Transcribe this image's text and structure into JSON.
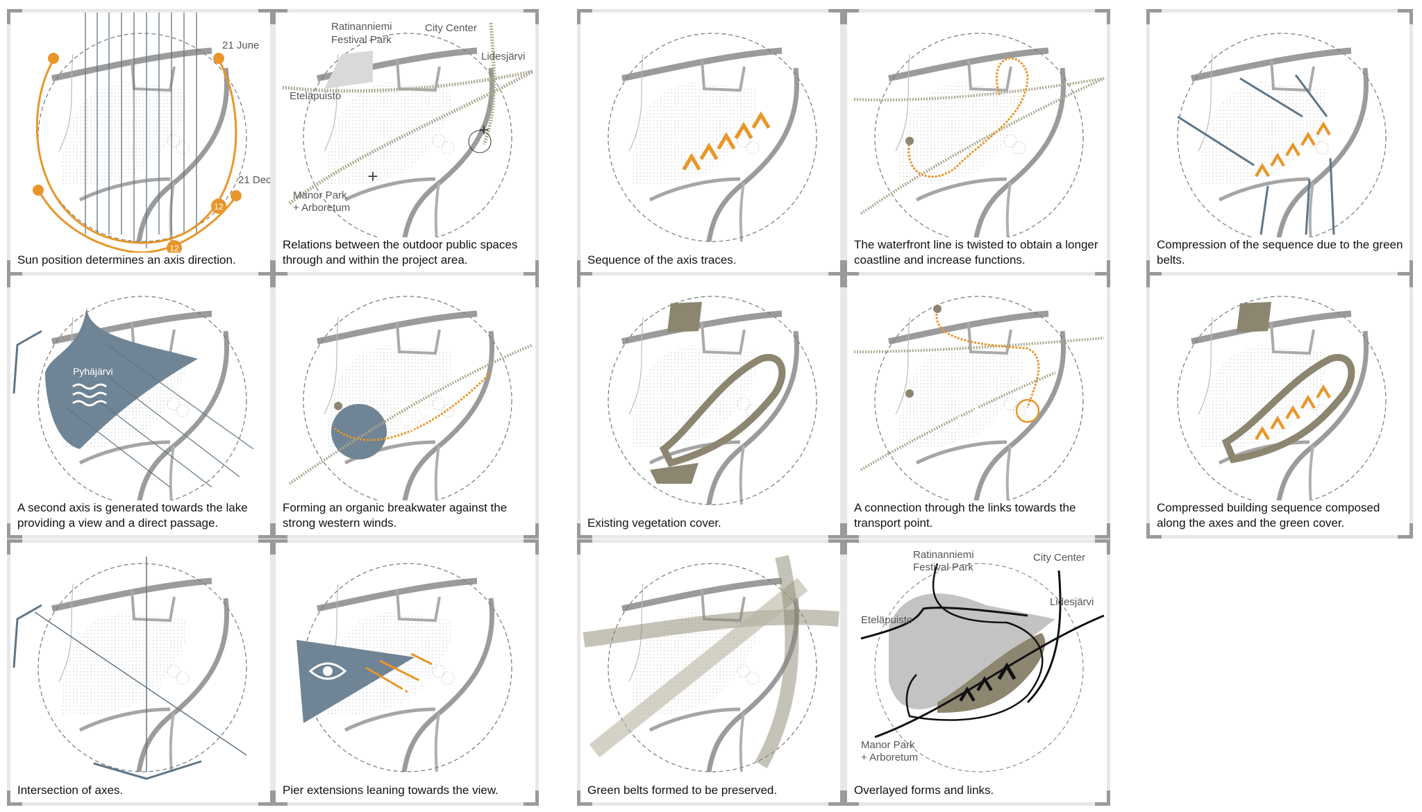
{
  "panels": [
    {
      "caption": "Sun position determines an axis direction.",
      "labels": {
        "june": "21 June",
        "dec": "21 Dec.",
        "noon1": "12",
        "noon2": "12"
      }
    },
    {
      "caption": "Relations between the outdoor public spaces through and within the project area.",
      "labels": {
        "festival": "Ratinanniemi",
        "festival2": "Festival Park",
        "city": "City Center",
        "lides": "Lidesjärvi",
        "etela": "Eteläpuisto",
        "manor": "Manor Park",
        "manor2": "+ Arboretum"
      }
    },
    {
      "caption": "Sequence of the axis traces."
    },
    {
      "caption": "The waterfront line is twisted to obtain a longer coastline and increase functions."
    },
    {
      "caption": "Compression of the sequence due to the green belts."
    },
    {
      "caption": "A second axis is generated towards the lake providing a view and a direct passage.",
      "labels": {
        "lake": "Pyhäjärvi"
      }
    },
    {
      "caption": "Forming an organic breakwater against the strong western winds."
    },
    {
      "caption": "Existing vegetation cover."
    },
    {
      "caption": "A connection through the links towards the transport point."
    },
    {
      "caption": "Compressed building sequence composed along the axes and the green cover."
    },
    {
      "caption": "Intersection of axes."
    },
    {
      "caption": "Pier extensions leaning towards the view."
    },
    {
      "caption": "Green belts formed to be preserved."
    },
    {
      "caption": "Overlayed forms and links.",
      "labels": {
        "festival": "Ratinanniemi",
        "festival2": "Festival Park",
        "city": "City Center",
        "lides": "Lidesjärvi",
        "etela": "Eteläpuisto",
        "manor": "Manor Park",
        "manor2": "+ Arboretum"
      }
    }
  ],
  "colors": {
    "orange": "#e8962a",
    "slate": "#5f7585",
    "olive": "#8c8670",
    "road": "#9b9b9b"
  }
}
